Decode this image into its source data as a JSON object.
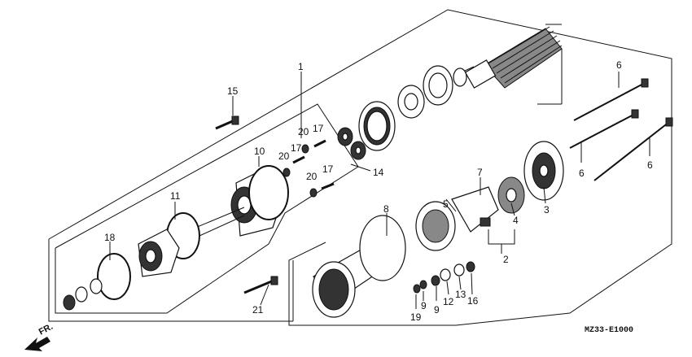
{
  "drawing_code": "MZ33-E1000",
  "direction_label": "FR.",
  "callouts": [
    {
      "id": "c1",
      "text": "1"
    },
    {
      "id": "c2",
      "text": "2"
    },
    {
      "id": "c3",
      "text": "3"
    },
    {
      "id": "c4",
      "text": "4"
    },
    {
      "id": "c5",
      "text": "5"
    },
    {
      "id": "c6a",
      "text": "6"
    },
    {
      "id": "c6b",
      "text": "6"
    },
    {
      "id": "c6c",
      "text": "6"
    },
    {
      "id": "c7",
      "text": "7"
    },
    {
      "id": "c8",
      "text": "8"
    },
    {
      "id": "c9a",
      "text": "9"
    },
    {
      "id": "c9b",
      "text": "9"
    },
    {
      "id": "c10",
      "text": "10"
    },
    {
      "id": "c11",
      "text": "11"
    },
    {
      "id": "c12",
      "text": "12"
    },
    {
      "id": "c13",
      "text": "13"
    },
    {
      "id": "c14",
      "text": "14"
    },
    {
      "id": "c15",
      "text": "15"
    },
    {
      "id": "c16",
      "text": "16"
    },
    {
      "id": "c17a",
      "text": "17"
    },
    {
      "id": "c17b",
      "text": "17"
    },
    {
      "id": "c17c",
      "text": "17"
    },
    {
      "id": "c18",
      "text": "18"
    },
    {
      "id": "c19",
      "text": "19"
    },
    {
      "id": "c20a",
      "text": "20"
    },
    {
      "id": "c20b",
      "text": "20"
    },
    {
      "id": "c20c",
      "text": "20"
    },
    {
      "id": "c21",
      "text": "21"
    }
  ]
}
